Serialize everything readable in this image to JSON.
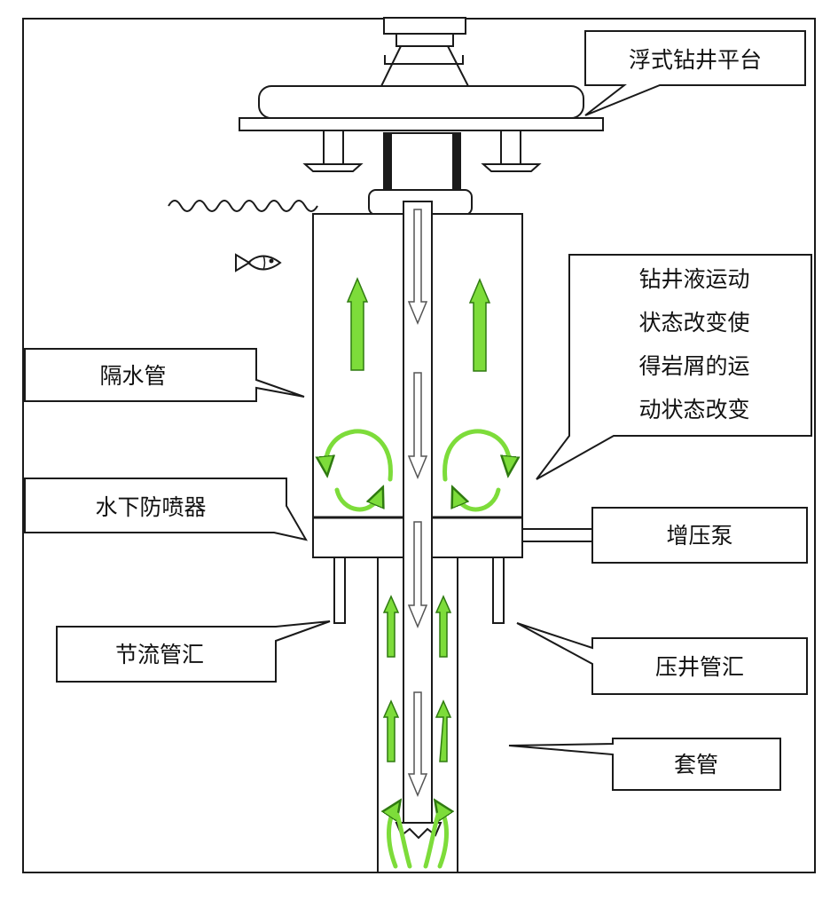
{
  "labels": {
    "platform": "浮式钻井平台",
    "riser": "隔水管",
    "subsea_bop": "水下防喷器",
    "booster_pump": "增压泵",
    "choke_manifold": "节流管汇",
    "kill_manifold": "压井管汇",
    "casing": "套管",
    "annotation_lines": [
      "钻井液运动",
      "状态改变使",
      "得岩屑的运",
      "动状态改变"
    ]
  },
  "colors": {
    "outline": "#1a1a1a",
    "flow_arrow": "#7ddc3a",
    "flow_arrow_stroke": "#2f7a10",
    "background": "#ffffff"
  },
  "icons": [
    "fish-icon",
    "water-wave-icon",
    "upward-flow-arrow",
    "circulation-swirl-icon",
    "downward-flow-arrow",
    "drill-bit-icon"
  ]
}
